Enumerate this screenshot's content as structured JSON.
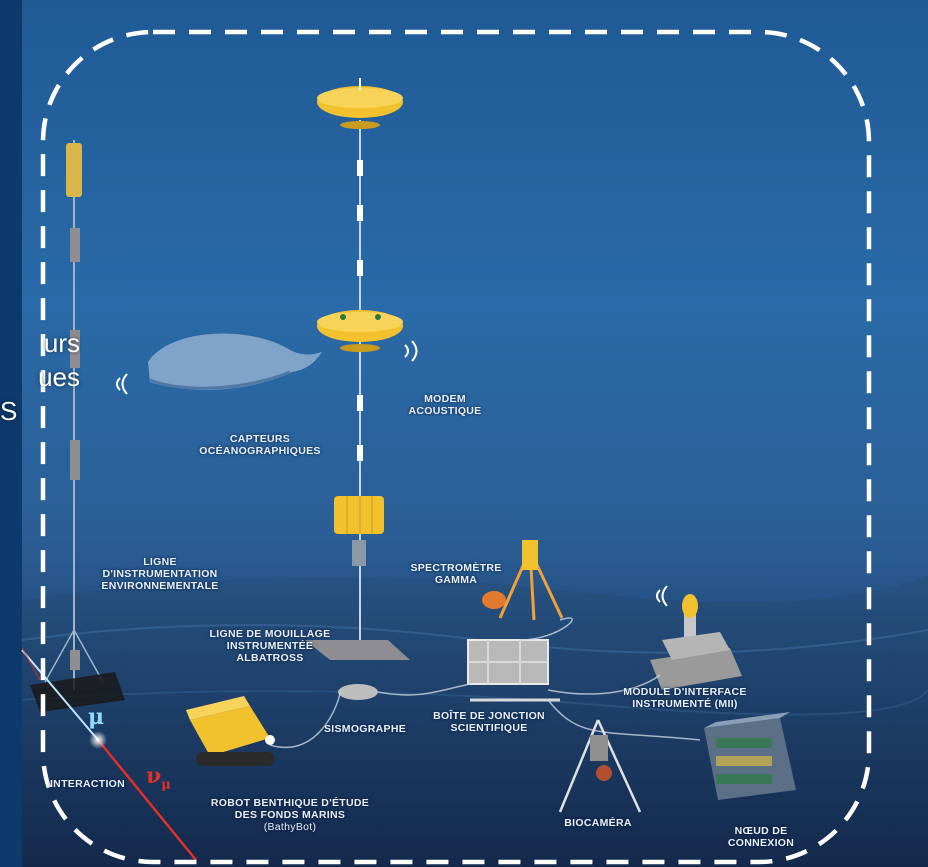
{
  "background_text": {
    "line1": "urs",
    "line2": "ues",
    "line3": "S"
  },
  "colors": {
    "frame": "#ffffff",
    "float_yellow": "#f2c12e",
    "neutrino_line": "#e0302a",
    "muon_line": "#bfe8ff",
    "label": "#e8f1fb"
  },
  "labels": {
    "modem": [
      "MODEM",
      "ACOUSTIQUE"
    ],
    "capteurs": [
      "CAPTEURS",
      "OCÉANOGRAPHIQUES"
    ],
    "ligne_instr": [
      "LIGNE",
      "D'INSTRUMENTATION",
      "ENVIRONNEMENTALE"
    ],
    "spectrometre": [
      "SPECTROMÈTRE",
      "GAMMA"
    ],
    "ligne_mouillage": [
      "LIGNE DE MOUILLAGE",
      "INSTRUMENTÉE",
      "ALBATROSS"
    ],
    "module_interface": [
      "MODULE D'INTERFACE",
      "INSTRUMENTÉ (MII)"
    ],
    "sismographe": [
      "SISMOGRAPHE"
    ],
    "boite_jonction": [
      "BOÎTE DE JONCTION",
      "SCIENTIFIQUE"
    ],
    "interaction": [
      "INTERACTION"
    ],
    "robot": [
      "ROBOT BENTHIQUE D'ÉTUDE",
      "DES FONDS MARINS",
      "(BathyBot)"
    ],
    "biocamera": [
      "BIOCAMÉRA"
    ],
    "noeud": [
      "NŒUD DE",
      "CONNEXION"
    ]
  },
  "particles": {
    "muon": "μ",
    "neutrino": "ν",
    "neutrino_sub": "μ"
  },
  "icons": [
    "whale-icon",
    "acoustic-wave-icon",
    "float-icon",
    "tripod-icon",
    "sled-icon",
    "robot-icon",
    "cabinet-icon"
  ]
}
